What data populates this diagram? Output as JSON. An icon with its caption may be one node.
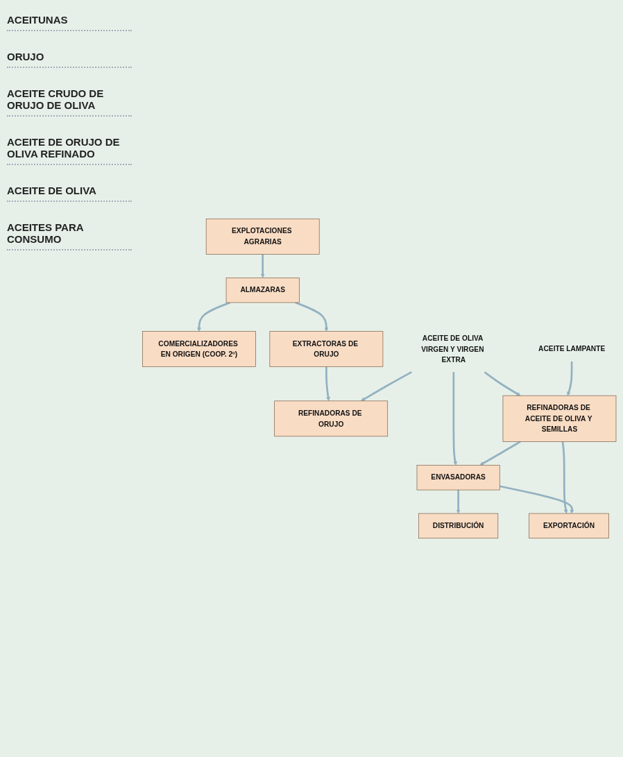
{
  "diagram": {
    "nodes": [
      {
        "text": [
          "EXPLOTACIONES AGRARIAS"
        ]
      },
      {
        "text": [
          "ALMAZARAS"
        ]
      },
      {
        "text": [
          "COMERCIALIZADORES EN ORIGEN (COOP. 2º)"
        ]
      },
      {
        "text": [
          "ACEITE DE OLIVA VIRGEN Y VIRGEN EXTRA"
        ]
      },
      {
        "text": [
          "ACEITE LAMPANTE"
        ]
      },
      {
        "text": [
          "EXTRACTORAS DE ORUJO"
        ]
      },
      {
        "text": [
          "REFINADORAS DE ORUJO"
        ]
      },
      {
        "text": [
          "REFINADORAS DE ACEITE DE OLIVA Y SEMILLAS"
        ]
      },
      {
        "text": [
          "ENVASADORAS"
        ]
      },
      {
        "text": [
          "DISTRIBUCIÓN"
        ]
      },
      {
        "text": [
          "EXPORTACIÓN"
        ]
      }
    ],
    "edges": [
      {
        "from": 0,
        "to": 1,
        "arrow": "to"
      },
      {
        "from": 1,
        "to": 2,
        "arrow": "to"
      },
      {
        "from": 1,
        "to": 5,
        "arrow": "to"
      },
      {
        "from": 5,
        "to": 6,
        "arrow": "to"
      },
      {
        "from": 3,
        "to": 6,
        "arrow": "to"
      },
      {
        "from": 3,
        "to": 8,
        "arrow": "to"
      },
      {
        "from": 3,
        "to": 7,
        "arrow": "to"
      },
      {
        "from": 4,
        "to": 7,
        "arrow": "to"
      },
      {
        "from": 7,
        "to": 8,
        "arrow": "to"
      },
      {
        "from": 7,
        "to": 10,
        "arrow": "to"
      },
      {
        "from": 8,
        "to": 9,
        "arrow": "to"
      },
      {
        "from": 8,
        "to": 10,
        "arrow": "to"
      }
    ],
    "labels": [
      "ACEITUNAS",
      "ORUJO",
      "ACEITE CRUDO DE ORUJO DE OLIVA",
      "ACEITE DE ORUJO DE OLIVA REFINADO",
      "ACEITE DE OLIVA",
      "ACEITES PARA CONSUMO"
    ]
  }
}
